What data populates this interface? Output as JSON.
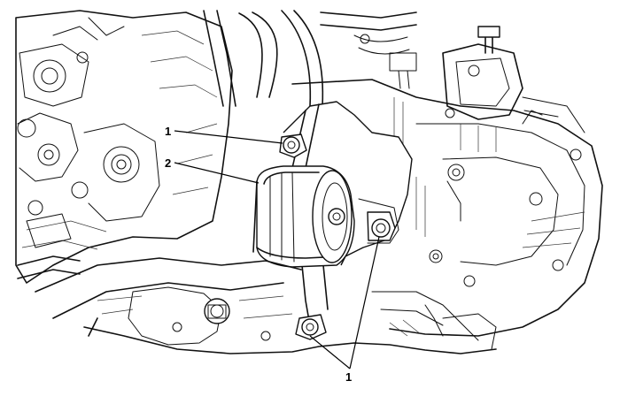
{
  "callouts": [
    {
      "id": "c1-top",
      "label": "1"
    },
    {
      "id": "c2",
      "label": "2"
    },
    {
      "id": "c1-bottom",
      "label": "1"
    }
  ]
}
